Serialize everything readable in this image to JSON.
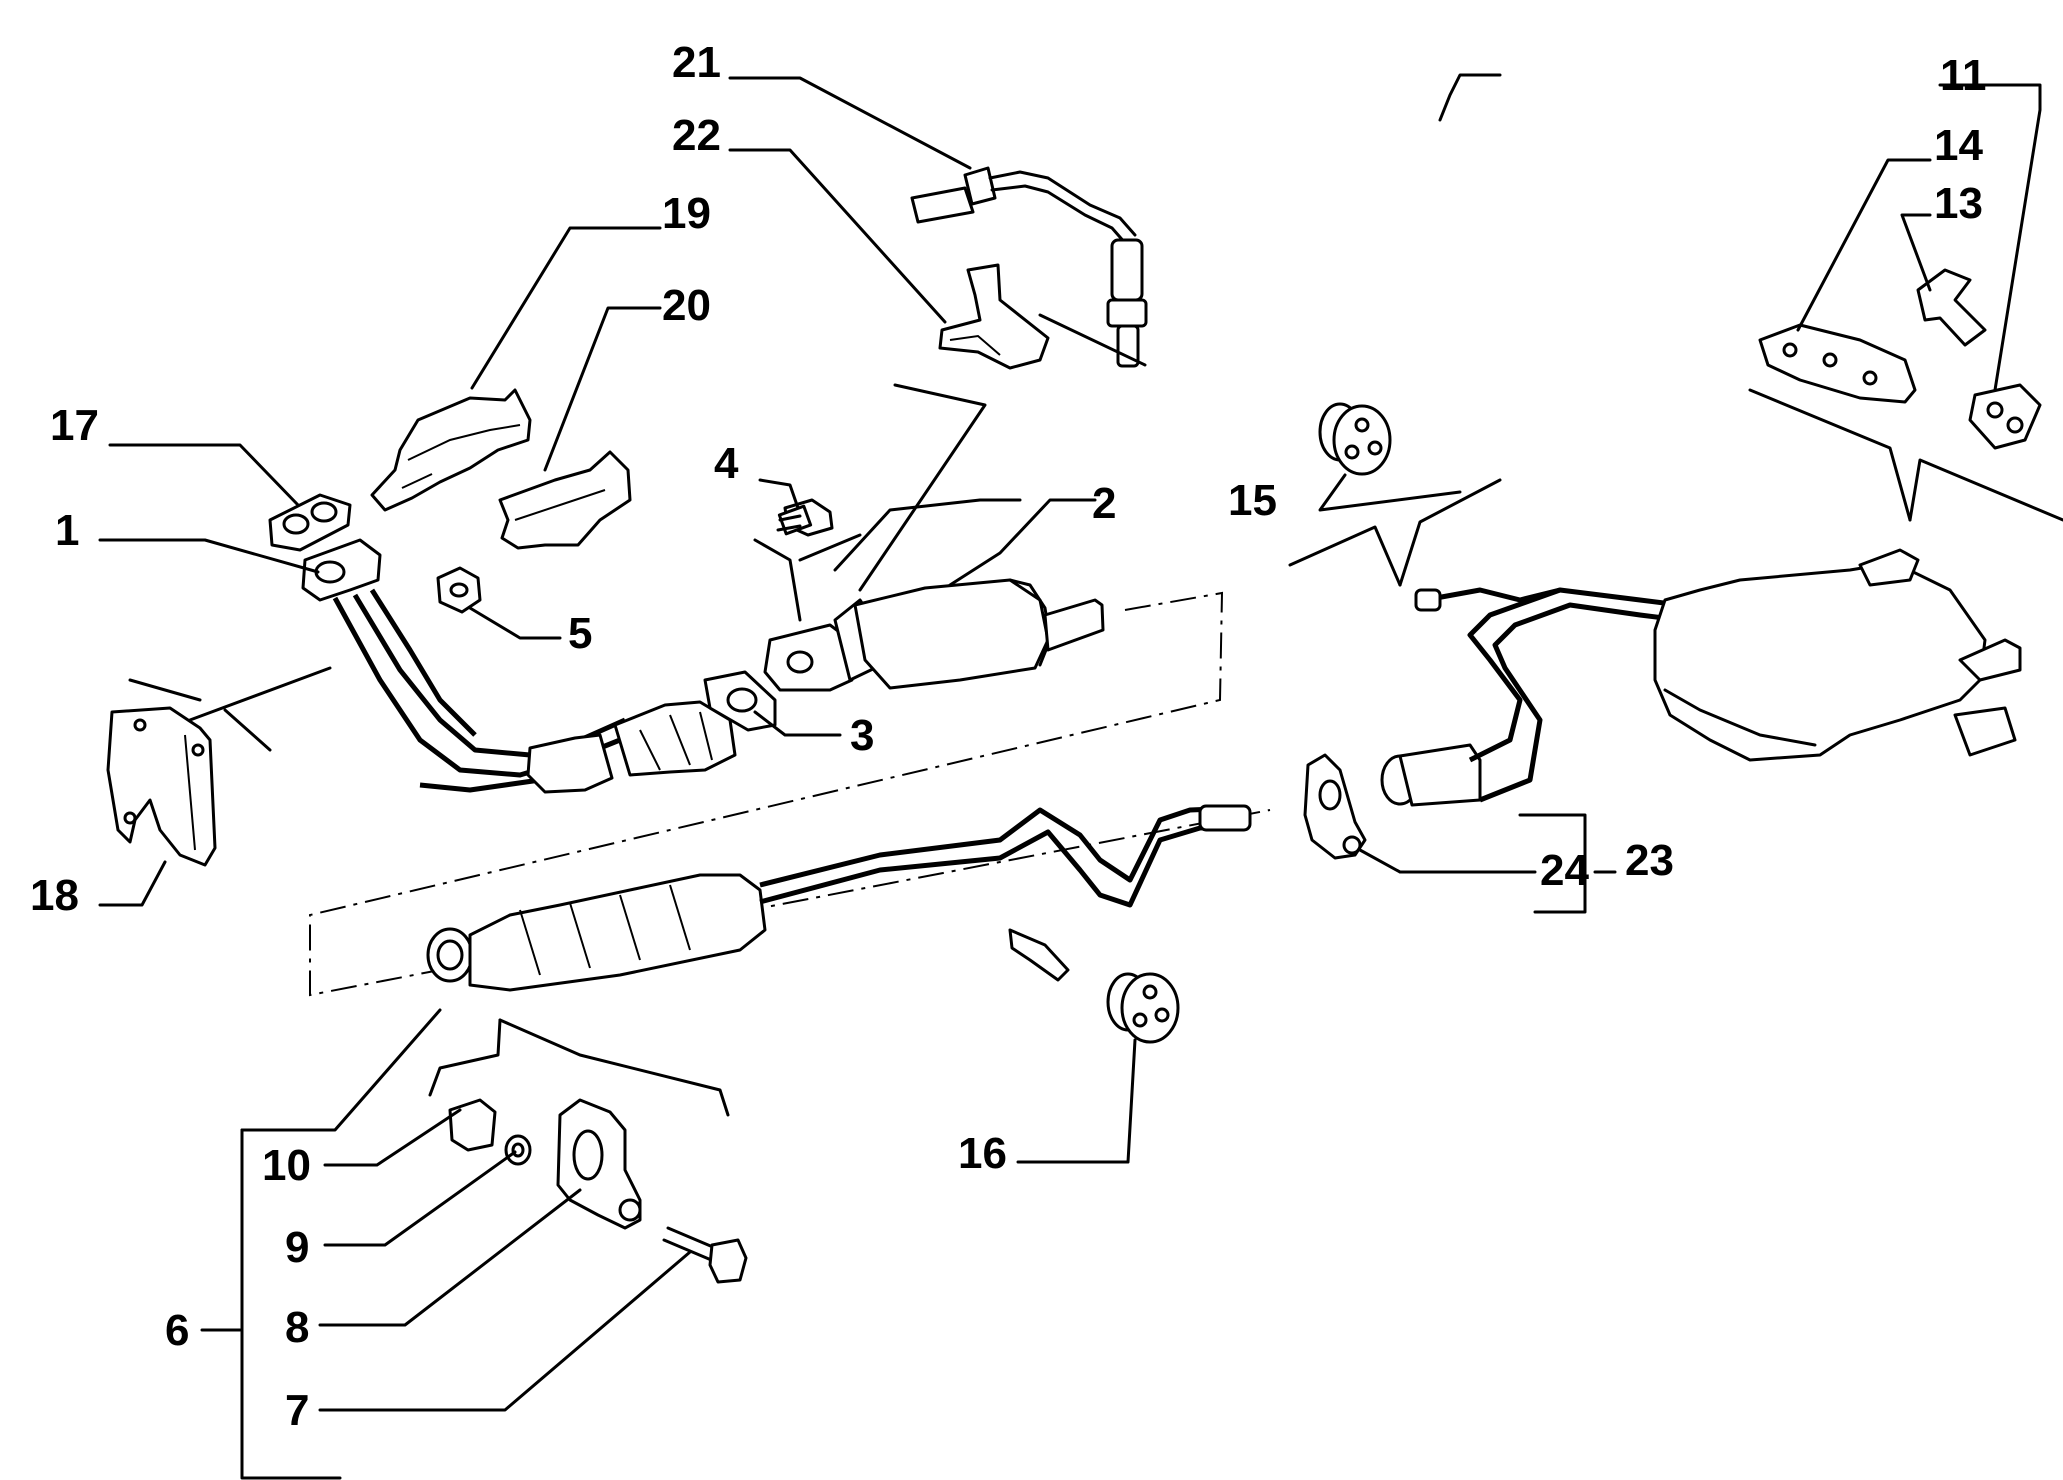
{
  "labels": {
    "p1": "1",
    "p2": "2",
    "p3": "3",
    "p4": "4",
    "p5": "5",
    "p6": "6",
    "p7": "7",
    "p8": "8",
    "p9": "9",
    "p10": "10",
    "p11": "11",
    "p12": "14",
    "p13": "13",
    "p15": "15",
    "p16": "16",
    "p17": "17",
    "p18": "18",
    "p19": "19",
    "p20": "20",
    "p21": "21",
    "p22": "22",
    "p23": "23",
    "p24": "24"
  },
  "icons": {
    "oxygen_sensor": "oxygen-sensor-icon",
    "catalytic_converter": "catalytic-converter-icon",
    "front_pipe": "front-exhaust-pipe-icon",
    "center_silencer": "center-silencer-icon",
    "rear_silencer": "rear-silencer-icon",
    "rubber_mount": "rubber-mount-icon",
    "clamp": "exhaust-clamp-icon",
    "gasket": "gasket-icon",
    "bolt": "bolt-icon",
    "nut": "nut-icon",
    "heat_shield": "heat-shield-icon",
    "bracket": "bracket-icon"
  },
  "colors": {
    "ink": "#000000",
    "paper": "#ffffff"
  }
}
